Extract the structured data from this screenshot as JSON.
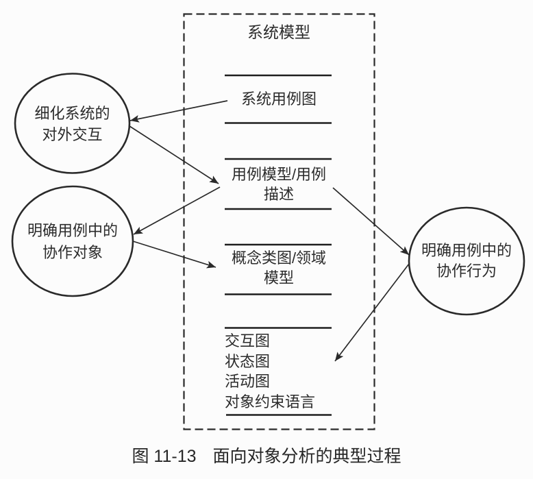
{
  "model_box": {
    "title": "系统模型",
    "use_case_diagram": {
      "lines": [
        "系统用例图"
      ]
    },
    "use_case_model": {
      "lines": [
        "用例模型/用例",
        "描述"
      ]
    },
    "concept_class": {
      "lines": [
        "概念类图/领域",
        "模型"
      ]
    },
    "detail_diagrams": {
      "lines": [
        "交互图",
        "状态图",
        "活动图",
        "对象约束语言"
      ]
    }
  },
  "activities": {
    "refine_interaction": {
      "lines": [
        "细化系统的",
        "对外交互"
      ]
    },
    "collab_objects": {
      "lines": [
        "明确用例中的",
        "协作对象"
      ]
    },
    "collab_behavior": {
      "lines": [
        "明确用例中的",
        "协作行为"
      ]
    }
  },
  "edges": [
    {
      "from": "系统用例图",
      "to": "细化系统的对外交互"
    },
    {
      "from": "细化系统的对外交互",
      "to": "用例模型/用例描述"
    },
    {
      "from": "用例模型/用例描述",
      "to": "明确用例中的协作对象"
    },
    {
      "from": "明确用例中的协作对象",
      "to": "概念类图/领域模型"
    },
    {
      "from": "用例模型/用例描述",
      "to": "明确用例中的协作行为"
    },
    {
      "from": "明确用例中的协作行为",
      "to": "交互图/状态图/活动图/对象约束语言"
    }
  ],
  "caption": {
    "number": "图 11-13",
    "text": "面向对象分析的典型过程"
  },
  "colors": {
    "ink": "#2a2a2a",
    "paper": "#fcfcfc"
  }
}
